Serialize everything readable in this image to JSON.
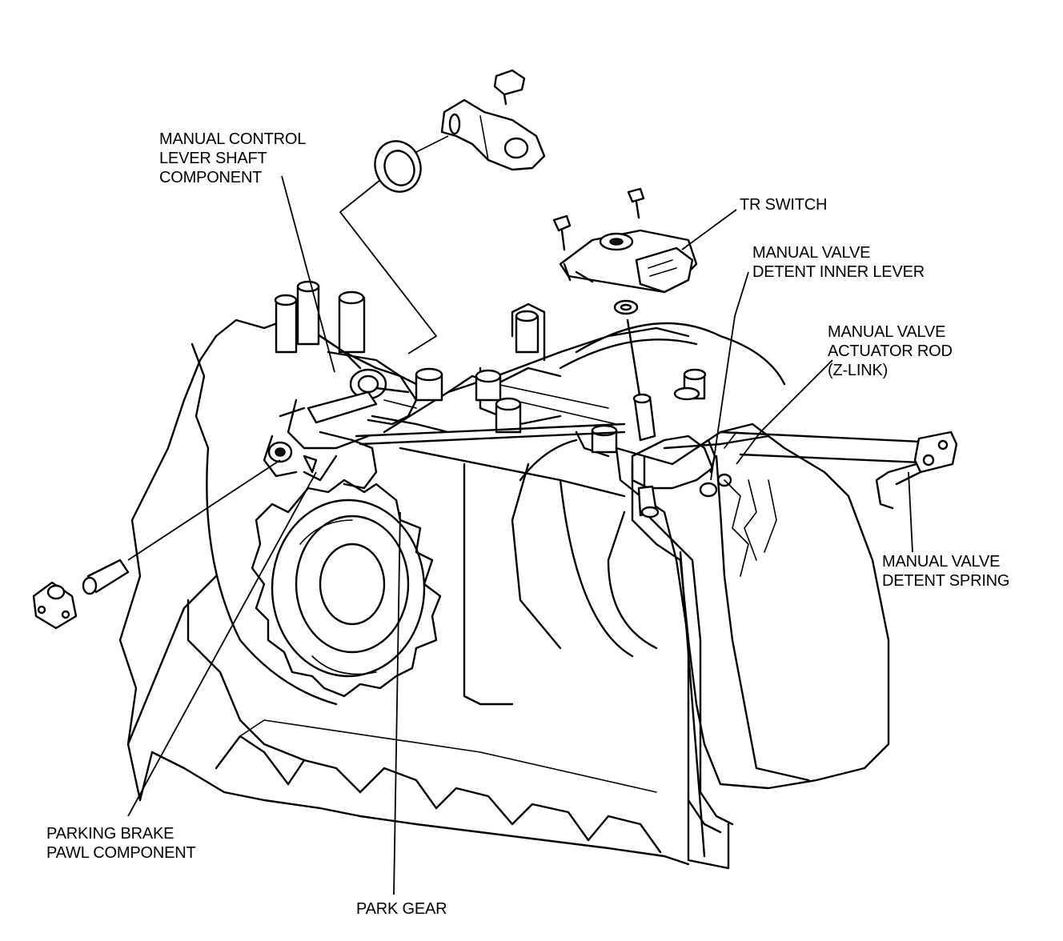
{
  "labels": {
    "manual_control_lever_shaft": [
      "MANUAL CONTROL",
      "LEVER SHAFT",
      "COMPONENT"
    ],
    "tr_switch": [
      "TR SWITCH"
    ],
    "manual_valve_detent_inner_lever": [
      "MANUAL VALVE",
      "DETENT INNER LEVER"
    ],
    "manual_valve_actuator_rod": [
      "MANUAL VALVE",
      "ACTUATOR ROD",
      "(Z-LINK)"
    ],
    "manual_valve_detent_spring": [
      "MANUAL VALVE",
      "DETENT SPRING"
    ],
    "parking_brake_pawl": [
      "PARKING BRAKE",
      "PAWL COMPONENT"
    ],
    "park_gear": [
      "PARK GEAR"
    ]
  }
}
